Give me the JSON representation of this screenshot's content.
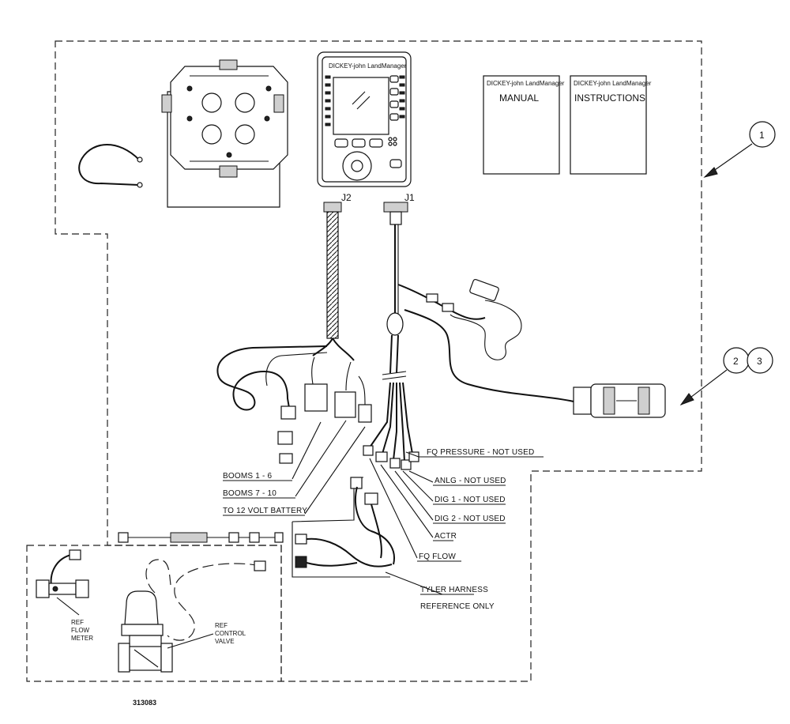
{
  "device": {
    "brand": "DICKEY-john LandManager",
    "connector_j2": "J2",
    "connector_j1": "J1"
  },
  "books": {
    "manual_brand": "DICKEY-john LandManager",
    "manual_title": "MANUAL",
    "instructions_brand": "DICKEY-john LandManager",
    "instructions_title": "INSTRUCTIONS"
  },
  "callouts": {
    "c1": "1",
    "c2": "2",
    "c3": "3"
  },
  "labels": {
    "booms_1_6": "BOOMS 1 - 6",
    "booms_7_10": "BOOMS 7 - 10",
    "to_12v": "TO 12 VOLT BATTERY",
    "fq_pressure": "FQ PRESSURE - NOT USED",
    "anlg": "ANLG - NOT USED",
    "dig1": "DIG 1 - NOT USED",
    "dig2": "DIG 2 - NOT USED",
    "actr": "ACTR",
    "fq_flow": "FQ FLOW",
    "tyler_line1": "TYLER HARNESS",
    "tyler_line2": "REFERENCE ONLY",
    "ref_flow_1": "REF",
    "ref_flow_2": "FLOW",
    "ref_flow_3": "METER",
    "ref_ctrl_1": "REF",
    "ref_ctrl_2": "CONTROL",
    "ref_ctrl_3": "VALVE"
  },
  "drawing_number": "313083"
}
